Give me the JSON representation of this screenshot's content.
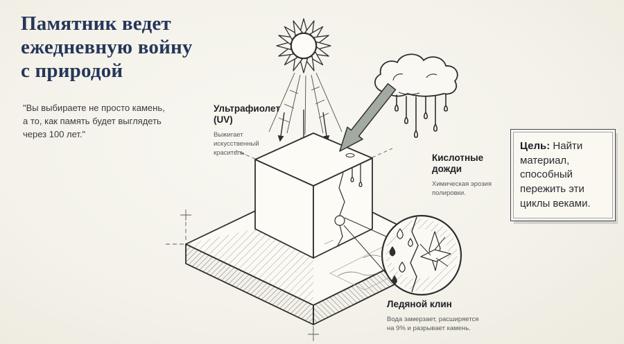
{
  "colors": {
    "background": "#f4f2ea",
    "ink": "#2e2e2e",
    "title_accent": "#26365a",
    "muted_text": "#58585c",
    "arrow_fill": "#a2aaa2"
  },
  "header": {
    "title_line1": "Памятник ведет",
    "title_line2": "ежедневную войну",
    "title_line3": "с природой",
    "quote_line1": "\"Вы выбираете не просто камень,",
    "quote_line2": "а то, как память будет выглядеть",
    "quote_line3": "через 100 лет.\""
  },
  "callouts": {
    "uv": {
      "title_line1": "Ультрафиолет",
      "title_line2": "(UV)",
      "desc_line1": "Выжигает",
      "desc_line2": "искусственный",
      "desc_line3": "краситель."
    },
    "acid": {
      "title_line1": "Кислотные",
      "title_line2": "дожди",
      "desc_line1": "Химическая эрозия",
      "desc_line2": "полировки."
    },
    "ice": {
      "title": "Ледяной клин",
      "desc_line1": "Вода замерзает, расширяется",
      "desc_line2": "на 9% и разрывает камень."
    }
  },
  "goal_box": {
    "label": "Цель:",
    "text": "Найти материал, способный пережить эти циклы веками."
  },
  "icons": {
    "sun": "sun-icon",
    "cloud": "rain-cloud-icon",
    "uv_arrows": "uv-arrows-icon",
    "acid_arrow": "acid-arrow-icon",
    "monument": "monument-block",
    "pedestal": "pedestal-slab",
    "magnifier": "ice-wedge-magnifier"
  }
}
